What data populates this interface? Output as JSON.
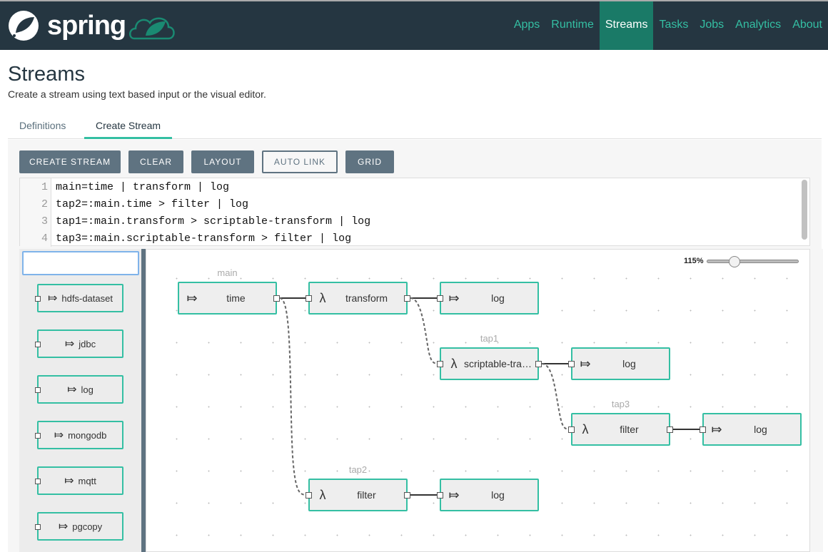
{
  "nav": {
    "brand": "spring",
    "items": [
      {
        "label": "Apps"
      },
      {
        "label": "Runtime"
      },
      {
        "label": "Streams",
        "active": true
      },
      {
        "label": "Tasks"
      },
      {
        "label": "Jobs"
      },
      {
        "label": "Analytics"
      },
      {
        "label": "About"
      }
    ]
  },
  "page": {
    "title": "Streams",
    "subtitle": "Create a stream using text based input or the visual editor."
  },
  "tabs": [
    {
      "label": "Definitions"
    },
    {
      "label": "Create Stream",
      "active": true
    }
  ],
  "toolbar": {
    "create": "CREATE STREAM",
    "clear": "CLEAR",
    "layout": "LAYOUT",
    "autolink": "AUTO LINK",
    "grid": "GRID"
  },
  "editor": {
    "lines": [
      {
        "n": "1",
        "text": "main=time | transform | log"
      },
      {
        "n": "2",
        "text": "tap2=:main.time > filter | log"
      },
      {
        "n": "3",
        "text": "tap1=:main.transform > scriptable-transform | log"
      },
      {
        "n": "4",
        "text": "tap3=:main.scriptable-transform > filter | log"
      }
    ]
  },
  "palette": {
    "search_value": "",
    "items": [
      "hdfs-dataset",
      "jdbc",
      "log",
      "mongodb",
      "mqtt",
      "pgcopy"
    ]
  },
  "canvas": {
    "zoom": "115%",
    "zoom_level": 115,
    "groups": {
      "main": "main",
      "tap1": "tap1",
      "tap2": "tap2",
      "tap3": "tap3"
    },
    "nodes": {
      "time": "time",
      "transform": "transform",
      "log1": "log",
      "scriptable": "scriptable-tra…",
      "log2": "log",
      "filter3": "filter",
      "log3": "log",
      "filter2": "filter",
      "log4": "log"
    },
    "icons": {
      "sink": "⤇",
      "processor": "λ"
    }
  },
  "colors": {
    "accent": "#34bfa3",
    "nav_bg": "#253641",
    "button": "#5f7381"
  }
}
